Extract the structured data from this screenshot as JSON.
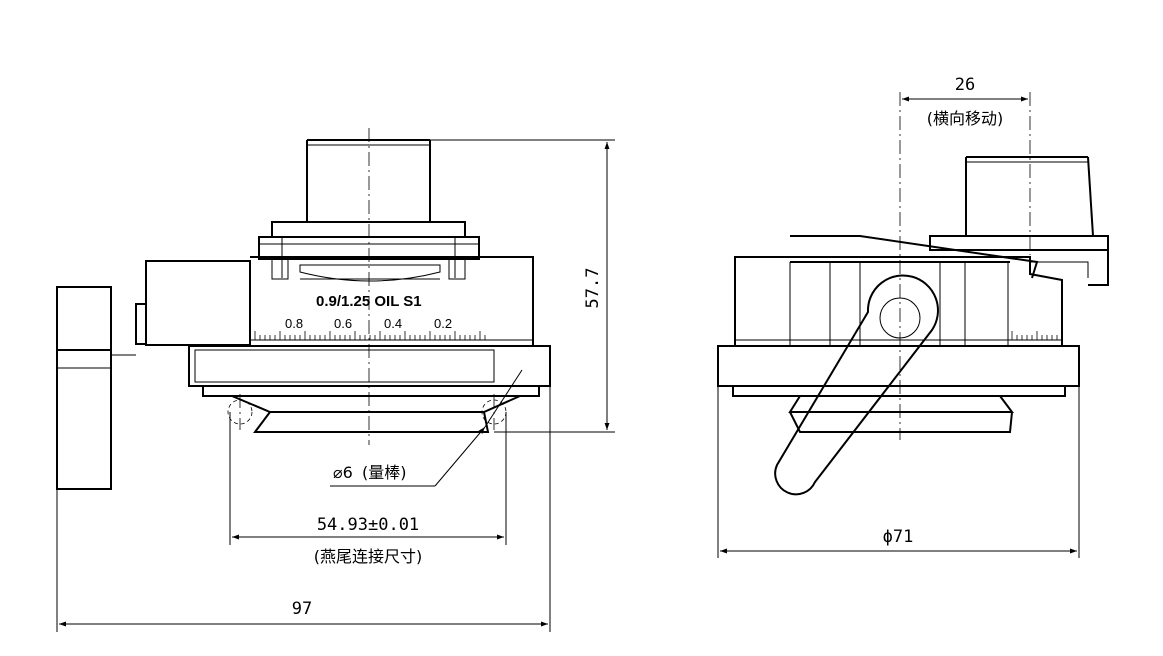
{
  "dimensions": {
    "height": "57.7",
    "rod": "⌀6",
    "rod_note": "(量棒)",
    "dovetail": "54.93±0.01",
    "dovetail_note": "(燕尾连接尺寸)",
    "width": "97",
    "travel": "26",
    "travel_note": "(横向移动)",
    "diameter": "ϕ71"
  },
  "engraving": {
    "lens_label": "0.9/1.25  OIL  S1",
    "scale_marks": [
      "0.8",
      "0.6",
      "0.4",
      "0.2"
    ]
  }
}
